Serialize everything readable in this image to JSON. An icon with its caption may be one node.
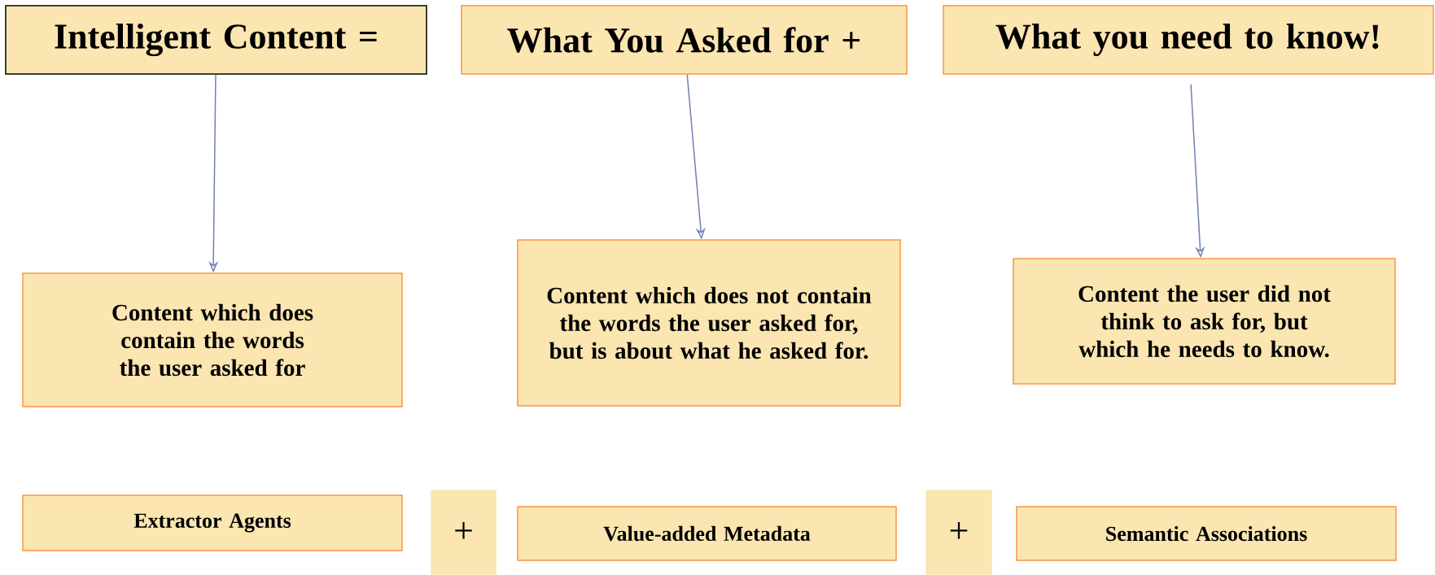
{
  "diagram": {
    "nodes": [
      {
        "text": [
          "Intelligent Content ="
        ]
      },
      {
        "text": [
          "What You Asked for +"
        ]
      },
      {
        "text": [
          "What you need to know!"
        ]
      },
      {
        "text": [
          "Content which does contain the words the user asked for"
        ]
      },
      {
        "text": [
          "Content which does not contain the words the user asked for, but is about what he asked for."
        ]
      },
      {
        "text": [
          "Content the user did not think to ask for, but which he needs to know."
        ]
      },
      {
        "text": [
          "Extractor Agents"
        ]
      },
      {
        "text": [
          "+"
        ]
      },
      {
        "text": [
          "Value-added Metadata"
        ]
      },
      {
        "text": [
          "+"
        ]
      },
      {
        "text": [
          "Semantic Associations"
        ]
      }
    ],
    "edges": [
      {
        "from": 0,
        "to": 3,
        "arrow": "to"
      },
      {
        "from": 1,
        "to": 4,
        "arrow": "to"
      },
      {
        "from": 2,
        "to": 5,
        "arrow": "to"
      }
    ]
  }
}
